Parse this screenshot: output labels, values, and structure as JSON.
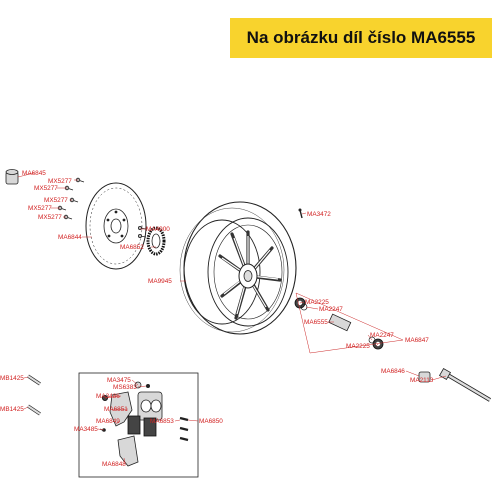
{
  "header": {
    "title": "Na obrázku díl číslo MA6555"
  },
  "parts": [
    {
      "id": "MA6845"
    },
    {
      "id": "MX5277"
    },
    {
      "id": "MX5277"
    },
    {
      "id": "MX5277"
    },
    {
      "id": "MX5277"
    },
    {
      "id": "MX5277"
    },
    {
      "id": "MA6844"
    },
    {
      "id": "MA4900"
    },
    {
      "id": "MA6852"
    },
    {
      "id": "MA3472"
    },
    {
      "id": "MA9945"
    },
    {
      "id": "MA2225"
    },
    {
      "id": "MA2247"
    },
    {
      "id": "MA6555"
    },
    {
      "id": "MA2247"
    },
    {
      "id": "MA6847"
    },
    {
      "id": "MA2225"
    },
    {
      "id": "MA6846"
    },
    {
      "id": "MA2113"
    },
    {
      "id": "MB1425"
    },
    {
      "id": "MB1425"
    },
    {
      "id": "MA3475"
    },
    {
      "id": "MS6383"
    },
    {
      "id": "MA3486"
    },
    {
      "id": "MA6851"
    },
    {
      "id": "MA6849"
    },
    {
      "id": "MA3485"
    },
    {
      "id": "MA6853"
    },
    {
      "id": "MA6850"
    },
    {
      "id": "MA6848"
    }
  ],
  "colors": {
    "banner": "#f8d32d",
    "label": "#d11f1f",
    "leader": "#cc2a2a"
  }
}
